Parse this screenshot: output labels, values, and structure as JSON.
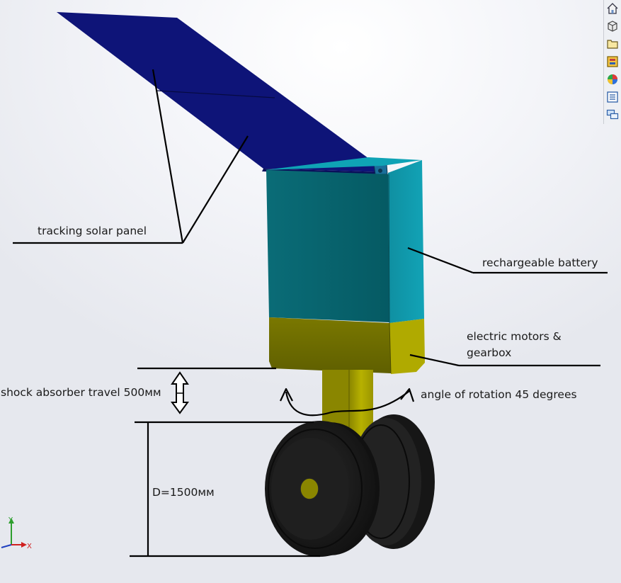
{
  "labels": {
    "solar_panel": "tracking solar panel",
    "battery": "rechargeable battery",
    "motors_line1": "electric motors &",
    "motors_line2": "gearbox",
    "shock": "shock absorber travel  500мм",
    "rotation": "angle of rotation 45 degrees",
    "diameter": "D=1500мм"
  },
  "triad": {
    "y_axis": "Y",
    "x_axis": "X"
  },
  "toolbar": {
    "items": [
      {
        "name": "home-view-icon"
      },
      {
        "name": "view-cube-icon"
      },
      {
        "name": "open-folder-icon"
      },
      {
        "name": "design-library-icon"
      },
      {
        "name": "appearance-icon"
      },
      {
        "name": "custom-properties-icon"
      },
      {
        "name": "forum-icon"
      }
    ]
  },
  "colors": {
    "solar_panel": "#0e1478",
    "battery_front": "#04606a",
    "battery_side": "#0a95a8",
    "gearbox_front": "#6e6e00",
    "gearbox_side": "#b0aa00",
    "strut": "#a9a300",
    "tire": "#1c1c1c",
    "hub": "#8a8600"
  }
}
